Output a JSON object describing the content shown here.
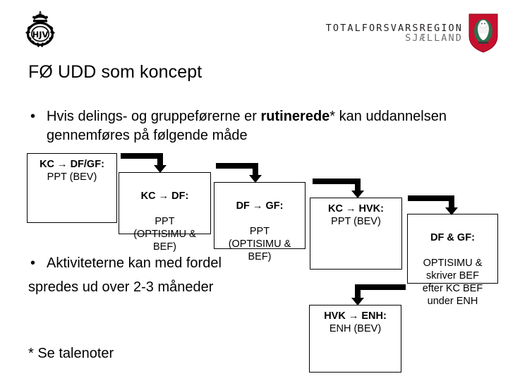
{
  "header": {
    "left_logo": {
      "name": "hjemmevaernet-crest",
      "text": "HJV"
    },
    "right_logo": {
      "line1": "TOTALFORSVARSREGION",
      "line2": "SJÆLLAND",
      "crest_color": "#C8102E"
    }
  },
  "title": "FØ UDD som koncept",
  "bullets": [
    {
      "marker": "•",
      "prefix": "Hvis delings- og gruppeførerne er ",
      "bold": "rutinerede",
      "suffix": "* kan uddannelsen gennemføres på følgende måde"
    },
    {
      "marker": "•",
      "line1": "Aktiviteterne kan med fordel",
      "line2": "spredes ud over 2-3 måneder"
    }
  ],
  "footnote": "* Se talenoter",
  "flow": {
    "arrow_glyph": "→",
    "boxes": [
      {
        "id": "kc-df-gf",
        "header": "KC → DF/GF:",
        "body": "PPT (BEV)"
      },
      {
        "id": "kc-df",
        "header": "KC → DF:",
        "body": "PPT\n(OPTISIMU &\nBEF)"
      },
      {
        "id": "df-gf",
        "header": "DF → GF:",
        "body": "PPT\n(OPTISIMU &\nBEF)"
      },
      {
        "id": "kc-hvk",
        "header": "KC → HVK:",
        "body": "PPT (BEV)"
      },
      {
        "id": "df-and-gf",
        "header": "DF & GF:",
        "body": "OPTISIMU &\nskriver BEF\nefter KC BEF\nunder ENH"
      },
      {
        "id": "hvk-enh",
        "header": "HVK → ENH:",
        "body": "ENH (BEV)"
      }
    ],
    "connectors": [
      {
        "from": "kc-df-gf",
        "to": "kc-df"
      },
      {
        "from": "kc-df",
        "to": "df-gf"
      },
      {
        "from": "df-gf",
        "to": "kc-hvk"
      },
      {
        "from": "kc-hvk",
        "to": "df-and-gf"
      },
      {
        "from": "kc-hvk",
        "to": "hvk-enh"
      }
    ]
  },
  "colors": {
    "text": "#000000",
    "background": "#ffffff",
    "crest_red": "#C8102E",
    "wordmark_grey": "#6d6e71"
  }
}
